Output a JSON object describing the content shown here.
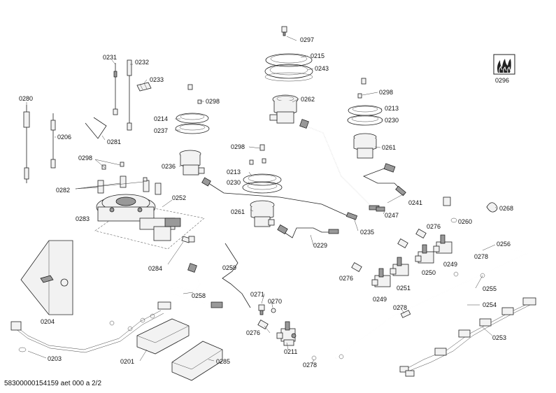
{
  "document_id": "58300000154159 aet 000 a 2/2",
  "flame_icon": {
    "label": "0296",
    "icon": "flame-icon"
  },
  "labels": {
    "l0297": "0297",
    "l0215": "0215",
    "l0243": "0243",
    "l0262": "0262",
    "l0231": "0231",
    "l0232": "0232",
    "l0233": "0233",
    "l0298a": "0298",
    "l0214": "0214",
    "l0237": "0237",
    "l0280": "0280",
    "l0206": "0206",
    "l0281": "0281",
    "l0298b": "0298",
    "l0282": "0282",
    "l0236": "0236",
    "l0298c": "0298",
    "l0213a": "0213",
    "l0230a": "0230",
    "l0298d": "0298",
    "l0213b": "0213",
    "l0230b": "0230",
    "l0261b": "0261",
    "l0252": "0252",
    "l0283": "0283",
    "l0261a": "0261",
    "l0241": "0241",
    "l0247": "0247",
    "l0268": "0268",
    "l0235": "0235",
    "l0229": "0229",
    "l0260": "0260",
    "l0276a": "0276",
    "l0256": "0256",
    "l0284": "0284",
    "l0259": "0259",
    "l0278a": "0278",
    "l0249a": "0249",
    "l0250": "0250",
    "l0276b": "0276",
    "l0251": "0251",
    "l0255": "0255",
    "l0258": "0258",
    "l0271": "0271",
    "l0270": "0270",
    "l0249b": "0249",
    "l0278b": "0278",
    "l0254": "0254",
    "l0204": "0204",
    "l0276c": "0276",
    "l0253": "0253",
    "l0211": "0211",
    "l0203": "0203",
    "l0201": "0201",
    "l0285": "0285",
    "l0278c": "0278"
  }
}
